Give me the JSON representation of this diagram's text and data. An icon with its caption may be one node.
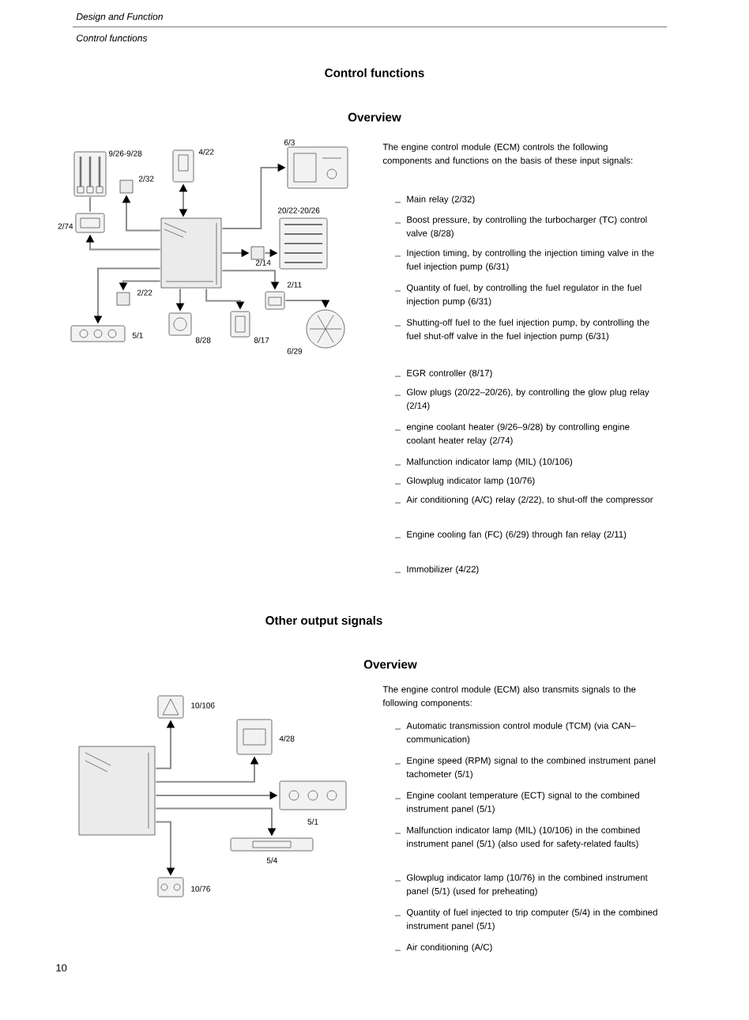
{
  "diagram": {
    "title": "Control functions",
    "nodes": [
      {
        "text": [],
        "shape": "box"
      },
      {
        "text": [],
        "shape": "picture",
        "beside": [
          "9/26-9/28"
        ]
      },
      {
        "text": [],
        "shape": "picture",
        "beside": [
          "2/74"
        ]
      },
      {
        "text": [],
        "shape": "box",
        "beside": [
          "2/32"
        ]
      },
      {
        "text": [],
        "shape": "picture",
        "beside": [
          "4/22"
        ]
      },
      {
        "text": [],
        "shape": "picture",
        "beside": [
          "6/3"
        ]
      },
      {
        "text": [],
        "shape": "picture",
        "beside": [
          "20/22-20/26"
        ]
      },
      {
        "text": [],
        "shape": "box",
        "beside": [
          "2/14"
        ]
      },
      {
        "text": [],
        "shape": "picture",
        "beside": [
          "2/11"
        ]
      },
      {
        "text": [],
        "shape": "circle",
        "beside": [
          "6/29"
        ]
      },
      {
        "text": [],
        "shape": "picture",
        "beside": [
          "8/17"
        ]
      },
      {
        "text": [],
        "shape": "picture",
        "beside": [
          "8/28"
        ]
      },
      {
        "text": [],
        "shape": "box",
        "beside": [
          "2/22"
        ]
      },
      {
        "text": [],
        "shape": "picture",
        "beside": [
          "5/1"
        ]
      },
      {
        "text": [],
        "shape": "box"
      },
      {
        "text": [],
        "shape": "picture",
        "beside": [
          "10/106"
        ]
      },
      {
        "text": [],
        "shape": "picture",
        "beside": [
          "4/28"
        ]
      },
      {
        "text": [],
        "shape": "picture",
        "beside": [
          "5/1"
        ]
      },
      {
        "text": [],
        "shape": "picture",
        "beside": [
          "5/4"
        ]
      },
      {
        "text": [],
        "shape": "picture",
        "beside": [
          "10/76"
        ]
      }
    ],
    "edges": [
      {
        "from": 1,
        "to": 2,
        "arrow": "none"
      },
      {
        "from": 0,
        "to": 2,
        "arrow": "to"
      },
      {
        "from": 0,
        "to": 3,
        "arrow": "to"
      },
      {
        "from": 0,
        "to": 13,
        "arrow": "to"
      },
      {
        "from": 0,
        "to": 12,
        "arrow": "to"
      },
      {
        "from": 0,
        "to": 4,
        "arrow": "both"
      },
      {
        "from": 0,
        "to": 5,
        "arrow": "to"
      },
      {
        "from": 0,
        "to": 7,
        "arrow": "to"
      },
      {
        "from": 7,
        "to": 6,
        "arrow": "to"
      },
      {
        "from": 0,
        "to": 8,
        "arrow": "to"
      },
      {
        "from": 8,
        "to": 9,
        "arrow": "to"
      },
      {
        "from": 0,
        "to": 10,
        "arrow": "to"
      },
      {
        "from": 0,
        "to": 11,
        "arrow": "to"
      },
      {
        "from": 14,
        "to": 15,
        "arrow": "to"
      },
      {
        "from": 14,
        "to": 16,
        "arrow": "to"
      },
      {
        "from": 14,
        "to": 17,
        "arrow": "to"
      },
      {
        "from": 14,
        "to": 18,
        "arrow": "to"
      },
      {
        "from": 14,
        "to": 19,
        "arrow": "to"
      }
    ],
    "labels": [
      "Design and Function",
      "Control functions",
      "Overview",
      "The engine control module (ECM) controls the following components and functions on the basis of these input signals:",
      "Main relay (2/32)",
      "Boost pressure, by controlling the turbocharger (TC) control valve (8/28)",
      "Injection timing, by controlling the injection timing valve in the fuel injection pump (6/31)",
      "Quantity of fuel, by controlling the fuel regulator in the fuel injection pump (6/31)",
      "Shutting-off fuel to the fuel injection pump, by controlling the fuel shut-off valve in the fuel injection pump (6/31)",
      "EGR controller (8/17)",
      "Glow plugs (20/22–20/26), by controlling the glow plug relay (2/14)",
      "engine coolant heater (9/26–9/28) by controlling engine coolant heater relay (2/74)",
      "Malfunction indicator lamp (MIL) (10/106)",
      "Glowplug indicator lamp (10/76)",
      "Air conditioning (A/C) relay (2/22), to shut-off the compressor",
      "Engine cooling fan (FC) (6/29) through fan relay (2/11)",
      "Immobilizer (4/22)",
      "Other output signals",
      "Overview",
      "The engine control module (ECM) also transmits signals to the following components:",
      "Automatic transmission control module (TCM) (via CAN–communication)",
      "Engine speed (RPM) signal to the combined instrument panel tachometer (5/1)",
      "Engine coolant temperature (ECT) signal to the combined instrument panel (5/1)",
      "Malfunction indicator lamp (MIL) (10/106) in the combined instrument panel (5/1) (also used for safety-related faults)",
      "Glowplug indicator lamp (10/76) in the combined instrument panel (5/1) (used for preheating)",
      "Quantity of fuel injected to trip computer (5/4) in the combined instrument panel (5/1)",
      "Air conditioning (A/C)",
      "10"
    ]
  }
}
